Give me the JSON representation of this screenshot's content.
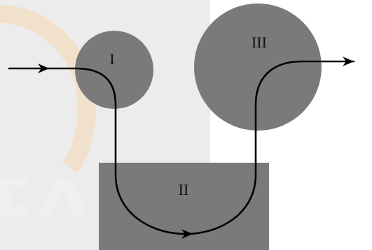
{
  "diagram": {
    "regions": [
      {
        "id": "I",
        "label": "I",
        "shape": "circle"
      },
      {
        "id": "II",
        "label": "II",
        "shape": "rectangle"
      },
      {
        "id": "III",
        "label": "III",
        "shape": "circle"
      }
    ],
    "path": {
      "description_visible": false,
      "direction": "left-to-right"
    },
    "colors": {
      "background": "#ffffff",
      "page_panel": "#ececec",
      "region_fill": "#7a7a7a",
      "path_stroke": "#000000",
      "watermark": "#f4d9b3"
    }
  }
}
